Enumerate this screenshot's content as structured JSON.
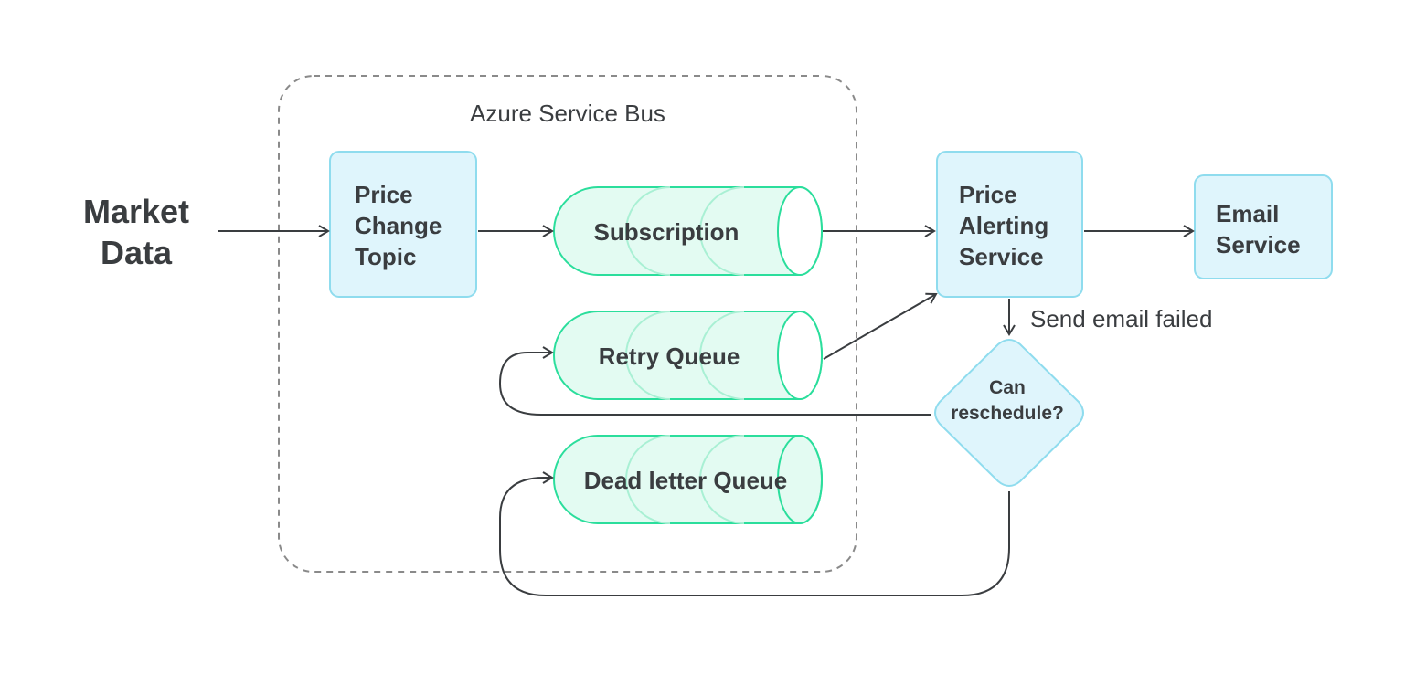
{
  "colors": {
    "box_fill": "#dff5fc",
    "box_stroke": "#8fdcee",
    "queue_fill": "#e3fbf2",
    "queue_stroke": "#2bde9c",
    "queue_inner": "#a9f0d4",
    "arrow": "#3a3d40",
    "group_border": "#8a8a8a",
    "text": "#3a3d40"
  },
  "source": {
    "line1": "Market",
    "line2": "Data"
  },
  "group": {
    "label": "Azure Service Bus"
  },
  "topic": {
    "line1": "Price",
    "line2": "Change",
    "line3": "Topic"
  },
  "queues": {
    "subscription": "Subscription",
    "retry": "Retry Queue",
    "dead_letter": "Dead letter Queue"
  },
  "alerting_service": {
    "line1": "Price",
    "line2": "Alerting",
    "line3": "Service"
  },
  "email_service": {
    "line1": "Email",
    "line2": "Service"
  },
  "failure_label": "Send email failed",
  "decision": {
    "line1": "Can",
    "line2": "reschedule?"
  }
}
